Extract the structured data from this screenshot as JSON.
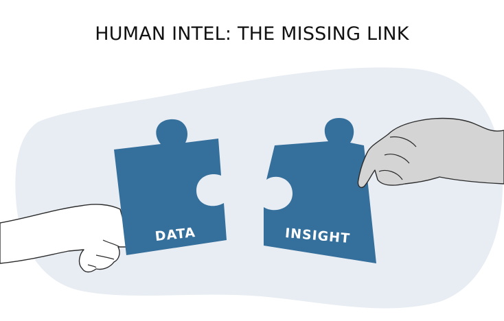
{
  "title": "HUMAN INTEL: THE MISSING LINK",
  "left_piece": {
    "label": "DATA"
  },
  "right_piece": {
    "label": "INSIGHT"
  },
  "colors": {
    "background_blob": "#e8edf3",
    "puzzle_piece": "#356f9c",
    "left_hand": "#ffffff",
    "right_hand": "#d4d4d4",
    "outline": "#2b2b2b"
  }
}
